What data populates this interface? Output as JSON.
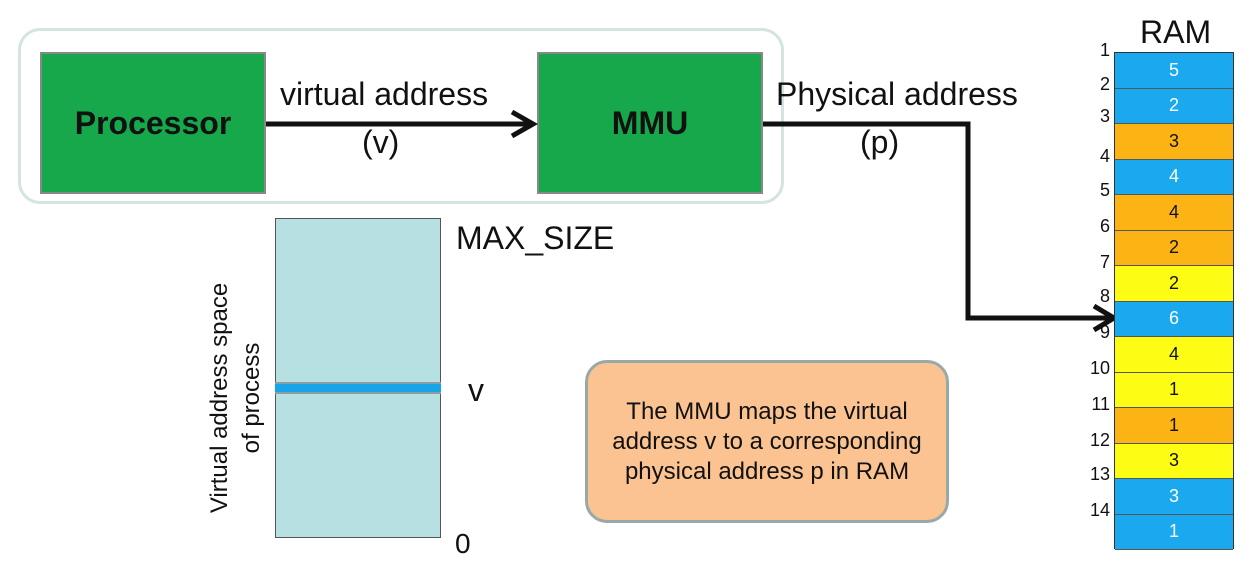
{
  "diagram": {
    "processor_label": "Processor",
    "mmu_label": "MMU",
    "virtual_address_label": "virtual address",
    "virtual_symbol": "(v)",
    "physical_address_label": "Physical address",
    "physical_symbol": "(p)",
    "max_size_label": "MAX_SIZE",
    "zero_label": "0",
    "v_label": "v",
    "vspace_label_line1": "Virtual address space",
    "vspace_label_line2": "of process",
    "note_text": "The MMU maps the virtual address v to a corresponding physical address p in RAM"
  },
  "ram": {
    "title": "RAM",
    "cells": [
      {
        "value": "5",
        "color": "#1aa9ef"
      },
      {
        "value": "2",
        "color": "#1aa9ef"
      },
      {
        "value": "3",
        "color": "#fcb414"
      },
      {
        "value": "4",
        "color": "#1aa9ef"
      },
      {
        "value": "4",
        "color": "#fcb414"
      },
      {
        "value": "2",
        "color": "#fcb414"
      },
      {
        "value": "2",
        "color": "#fdfc15"
      },
      {
        "value": "6",
        "color": "#1aa9ef"
      },
      {
        "value": "4",
        "color": "#fdfc15"
      },
      {
        "value": "1",
        "color": "#fdfc15"
      },
      {
        "value": "1",
        "color": "#fcb414"
      },
      {
        "value": "3",
        "color": "#fdfc15"
      },
      {
        "value": "3",
        "color": "#1aa9ef"
      },
      {
        "value": "1",
        "color": "#1aa9ef"
      }
    ],
    "indices": [
      "1",
      "2",
      "3",
      "4",
      "5",
      "6",
      "7",
      "8",
      "9",
      "10",
      "11",
      "12",
      "13",
      "14"
    ]
  }
}
